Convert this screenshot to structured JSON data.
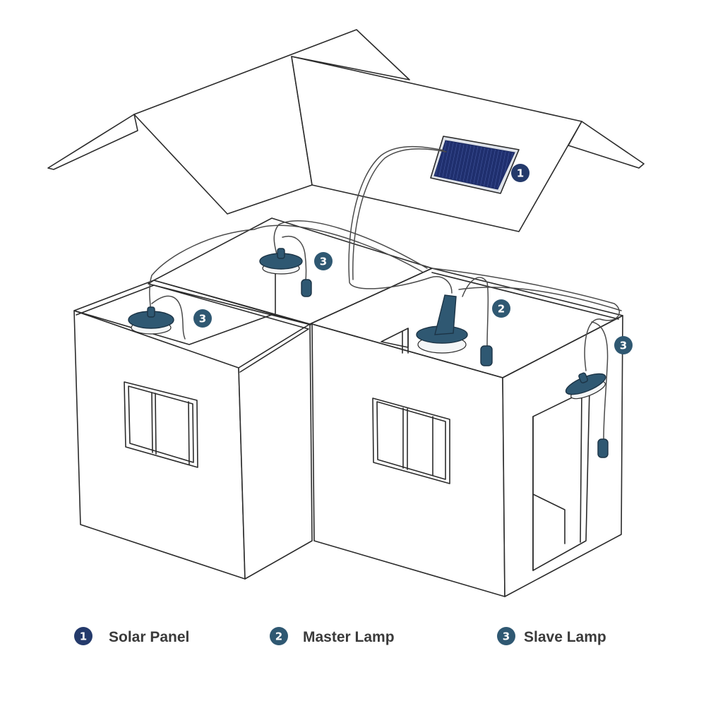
{
  "colors": {
    "outline": "#2b2b2b",
    "lamp_body": "#2f5872",
    "solar_panel": "#1f2f6e",
    "badge_1": "#243a6b",
    "badge_2_3": "#2f5872"
  },
  "callouts": {
    "solar_panel": "1",
    "master_lamp": "2",
    "slave_lamp_top": "3",
    "slave_lamp_left": "3",
    "slave_lamp_door": "3"
  },
  "legend": {
    "items": [
      {
        "number": "1",
        "label": "Solar Panel"
      },
      {
        "number": "2",
        "label": "Master Lamp"
      },
      {
        "number": "3",
        "label": "Slave Lamp"
      }
    ]
  }
}
